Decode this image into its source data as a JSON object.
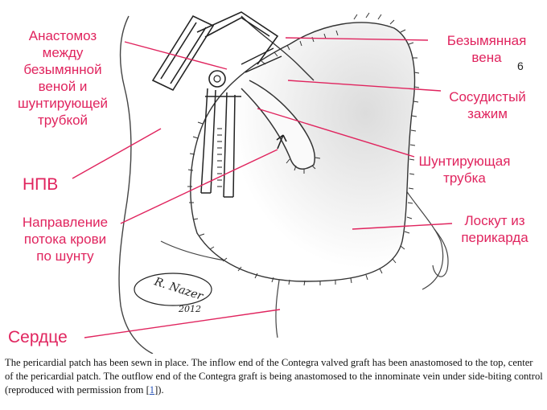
{
  "labels": {
    "anastomosis": [
      "Анастомоз",
      "между",
      "безымянной",
      "веной и",
      "шунтирующей",
      "трубкой"
    ],
    "innominate_vein": [
      "Безымянная",
      "вена"
    ],
    "vascular_clamp": [
      "Сосудистый",
      "зажим"
    ],
    "shunt_tube": [
      "Шунтирующая",
      "трубка"
    ],
    "ivc": "НПВ",
    "flow_direction": [
      "Направление",
      "потока крови",
      "по шунту"
    ],
    "pericardial_patch": [
      "Лоскут из",
      "перикарда"
    ],
    "heart": "Сердце"
  },
  "page_number": "6",
  "signature": "R. Nazer 2012",
  "caption": {
    "text": "The pericardial patch has been sewn in place. The inflow end of the Contegra valved graft has been anastomosed to the top, center of the pericardial patch. The outflow end of the Contegra graft is being anastomosed to the innominate vein under side-biting control (reproduced with permission from [",
    "ref": "1",
    "tail": "])."
  },
  "colors": {
    "label": "#e0245e",
    "line": "#e0245e",
    "sketch": "#333333",
    "caption_link": "#2a55b8"
  }
}
